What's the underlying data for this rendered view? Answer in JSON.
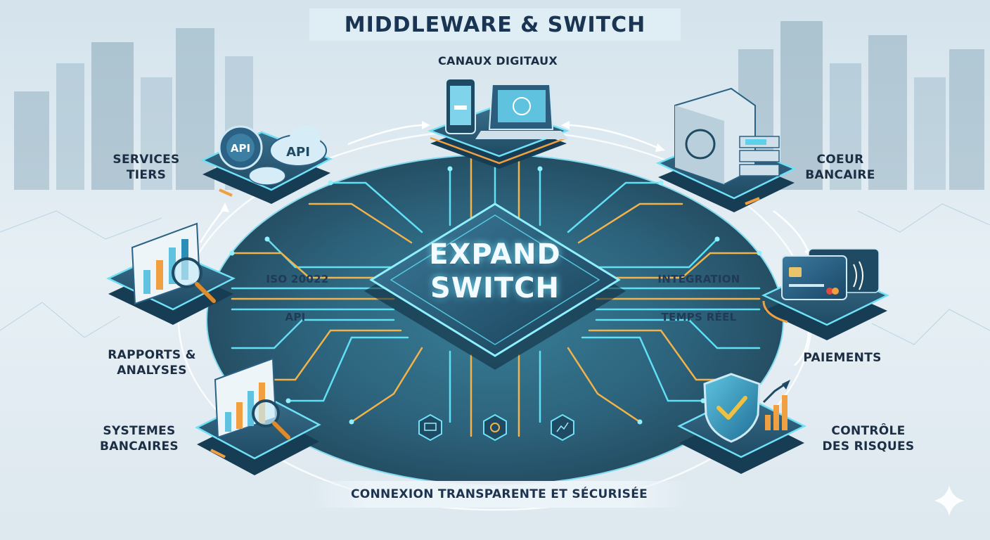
{
  "title": "MIDDLEWARE & SWITCH",
  "center": {
    "line1": "EXPAND",
    "line2": "SWITCH"
  },
  "nodes": {
    "canaux": "CANAUX DIGITAUX",
    "services": {
      "line1": "SERVICES",
      "line2": "TIERS"
    },
    "coeur": {
      "line1": "COEUR",
      "line2": "BANCAIRE"
    },
    "rapports": {
      "line1": "RAPPORTS &",
      "line2": "ANALYSES"
    },
    "paiements": "PAIEMENTS",
    "systemes": {
      "line1": "SYSTEMES",
      "line2": "BANCAIRES"
    },
    "controle": {
      "line1": "CONTRÔLE",
      "line2": "DES RISQUES"
    }
  },
  "connector_labels": {
    "iso": "ISO 20022",
    "api": "API",
    "integration": "INTEGRATION",
    "temps_reel": "TEMPS RÉEL"
  },
  "icon_text": {
    "api_a": "API",
    "api_b": "API"
  },
  "footer": "CONNEXION TRANSPARENTE ET SÉCURISÉE",
  "colors": {
    "background": "#dfeaf1",
    "platform": "#1f4a63",
    "glow": "#47d7f0",
    "accent_orange": "#f0a040",
    "text": "#1c2e44"
  }
}
